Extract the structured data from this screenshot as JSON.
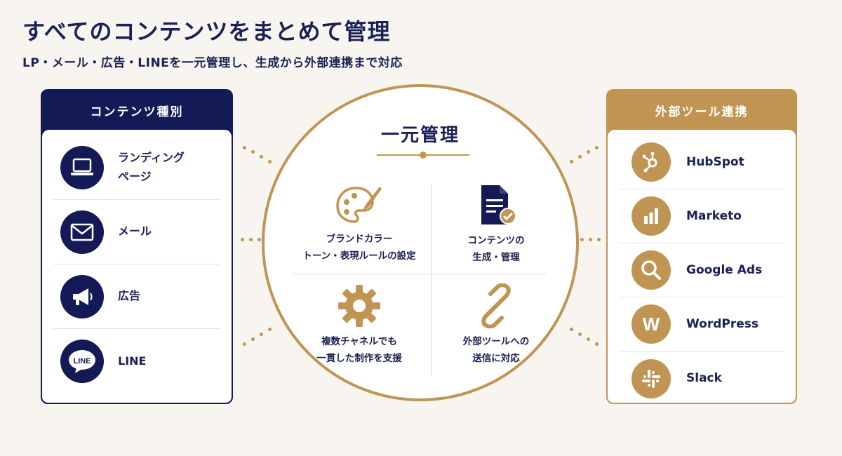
{
  "header": {
    "title": "すべてのコンテンツをまとめて管理",
    "subtitle": "LP・メール・広告・LINEを一元管理し、生成から外部連携まで対応"
  },
  "left_panel": {
    "title": "コンテンツ種別",
    "items": [
      {
        "label_line1": "ランディング",
        "label_line2": "ページ",
        "icon": "laptop-icon"
      },
      {
        "label_line1": "メール",
        "icon": "mail-icon"
      },
      {
        "label_line1": "広告",
        "icon": "megaphone-icon"
      },
      {
        "label_line1": "LINE",
        "icon": "line-icon",
        "icon_text": "LINE"
      }
    ]
  },
  "center": {
    "title": "一元管理",
    "quadrants": [
      {
        "line1": "ブランドカラー",
        "line2": "トーン・表現ルールの設定",
        "icon": "palette-icon"
      },
      {
        "line1": "コンテンツの",
        "line2": "生成・管理",
        "icon": "document-check-icon"
      },
      {
        "line1": "複数チャネルでも",
        "line2": "一貫した制作を支援",
        "icon": "gear-icon"
      },
      {
        "line1": "外部ツールへの",
        "line2": "送信に対応",
        "icon": "link-icon"
      }
    ]
  },
  "right_panel": {
    "title": "外部ツール連携",
    "items": [
      {
        "label": "HubSpot",
        "icon": "hubspot-icon"
      },
      {
        "label": "Marketo",
        "icon": "marketo-icon"
      },
      {
        "label": "Google Ads",
        "icon": "search-icon"
      },
      {
        "label": "WordPress",
        "icon": "wordpress-icon",
        "icon_text": "W"
      },
      {
        "label": "Slack",
        "icon": "slack-icon"
      }
    ]
  },
  "colors": {
    "navy": "#141a56",
    "gold": "#c09553",
    "background": "#f8f5f0"
  }
}
